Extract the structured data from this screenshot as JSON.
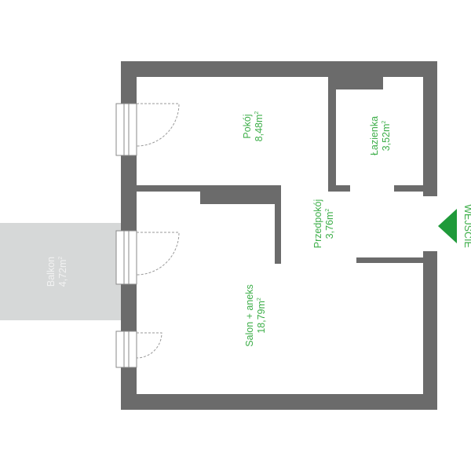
{
  "plan": {
    "colors": {
      "wall": "#6b6b6b",
      "balcony_fill": "#d6d8d8",
      "room_label": "#3dae49",
      "balcony_label": "#f2f2f2",
      "entry_marker": "#1f9a3a",
      "door_line": "#9a9a9a"
    },
    "rooms": [
      {
        "id": "pokoj",
        "name": "Pokój",
        "area_value": "8,48",
        "area_unit": "m",
        "area_sup": "2"
      },
      {
        "id": "lazienka",
        "name": "Łazienka",
        "area_value": "3,52",
        "area_unit": "m",
        "area_sup": "2"
      },
      {
        "id": "przedpokoj",
        "name": "Przedpokój",
        "area_value": "3,76",
        "area_unit": "m",
        "area_sup": "2"
      },
      {
        "id": "salon",
        "name": "Salon + aneks",
        "area_value": "18,79",
        "area_unit": "m",
        "area_sup": "2"
      },
      {
        "id": "balkon",
        "name": "Balkon",
        "area_value": "4,72",
        "area_unit": "m",
        "area_sup": "2"
      }
    ],
    "entrance": {
      "label": "WEJŚCIE",
      "icon": "entrance-arrow-icon"
    }
  }
}
